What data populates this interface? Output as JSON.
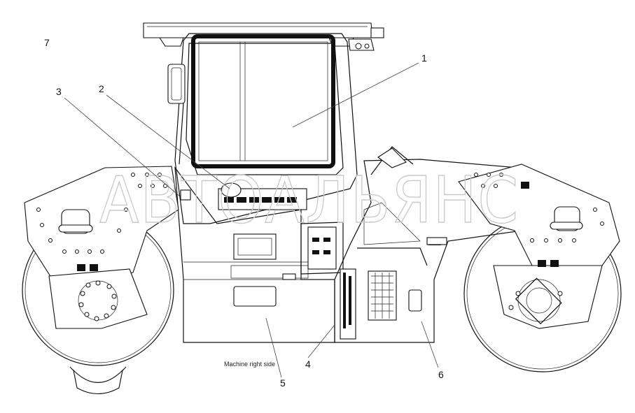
{
  "watermark": "АВТОАЛЬЯНС",
  "caption": "Machine right side",
  "callouts": [
    "1",
    "2",
    "3",
    "4",
    "5",
    "6",
    "7"
  ]
}
